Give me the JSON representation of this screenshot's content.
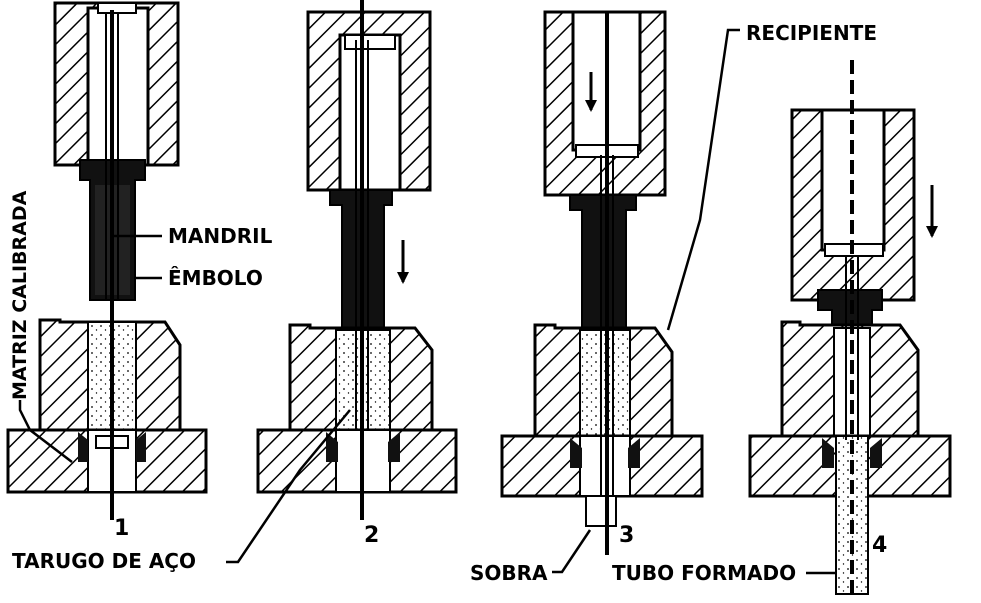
{
  "labels": {
    "matriz": "MATRIZ CALIBRADA",
    "mandril": "MANDRIL",
    "embolo": "ÊMBOLO",
    "recipiente": "RECIPIENTE",
    "tarugo": "TARUGO DE AÇO",
    "sobra": "SOBRA",
    "tubo": "TUBO FORMADO"
  },
  "steps": [
    "1",
    "2",
    "3",
    "4"
  ],
  "colors": {
    "ink": "#000000",
    "paper": "#ffffff"
  }
}
